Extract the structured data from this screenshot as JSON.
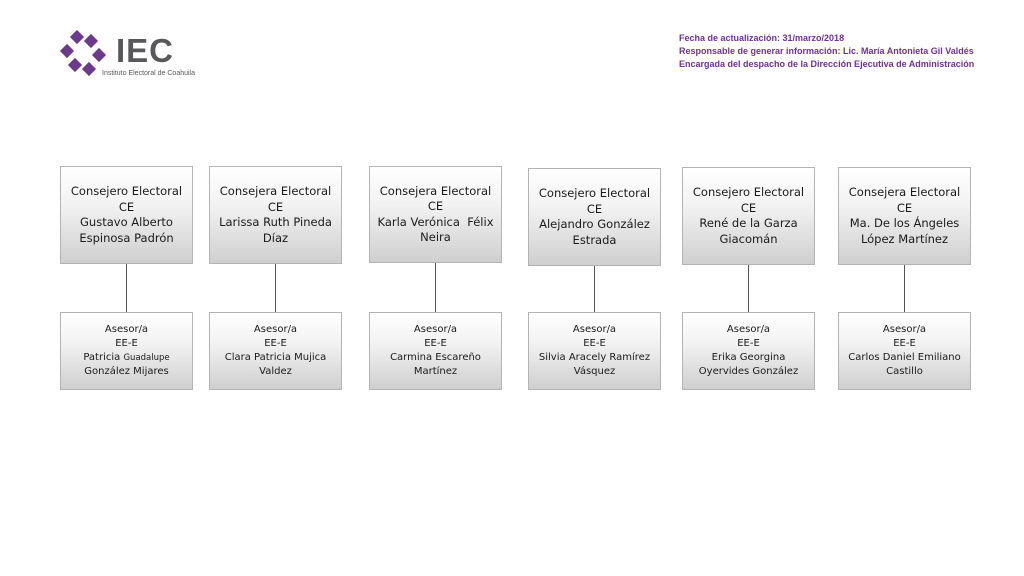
{
  "header": {
    "logo_name": "IEC",
    "logo_subtitle": "Instituto Electoral de Coahuila",
    "update_date": "Fecha de actualización: 31/marzo/2018",
    "responsible": "Responsable de generar información: Lic. María Antonieta Gil Valdés",
    "role": "Encargada del despacho de la Dirección Ejecutiva de Administración",
    "accent_color": "#7030a0",
    "logo_color": "#6b3a8c"
  },
  "org": [
    {
      "consejero": {
        "role": "Consejero Electoral",
        "code": "CE",
        "name": "Gustavo Alberto Espinosa Padrón"
      },
      "asesor": {
        "role": "Asesor/a",
        "code": "EE-E",
        "name_first": "Patricia",
        "name_small": "Guadalupe",
        "name_last": "González Mijares"
      }
    },
    {
      "consejero": {
        "role": "Consejera Electoral",
        "code": "CE",
        "name": "Larissa Ruth Pineda Díaz"
      },
      "asesor": {
        "role": "Asesor/a",
        "code": "EE-E",
        "name": "Clara Patricia Mujica Valdez"
      }
    },
    {
      "consejero": {
        "role": "Consejera Electoral",
        "code": "CE",
        "name": "Karla Verónica  Félix Neira"
      },
      "asesor": {
        "role": "Asesor/a",
        "code": "EE-E",
        "name": "Carmina Escareño Martínez"
      }
    },
    {
      "consejero": {
        "role": "Consejero Electoral",
        "code": "CE",
        "name": "Alejandro González Estrada"
      },
      "asesor": {
        "role": "Asesor/a",
        "code": "EE-E",
        "name": "Silvia Aracely Ramírez Vásquez"
      }
    },
    {
      "consejero": {
        "role": "Consejero Electoral",
        "code": "CE",
        "name": "René de la Garza Giacomán"
      },
      "asesor": {
        "role": "Asesor/a",
        "code": "EE-E",
        "name": "Erika Georgina Oyervides González"
      }
    },
    {
      "consejero": {
        "role": "Consejera Electoral",
        "code": "CE",
        "name": "Ma. De los Ángeles López Martínez"
      },
      "asesor": {
        "role": "Asesor/a",
        "code": "EE-E",
        "name": "Carlos Daniel Emiliano Castillo"
      }
    }
  ]
}
